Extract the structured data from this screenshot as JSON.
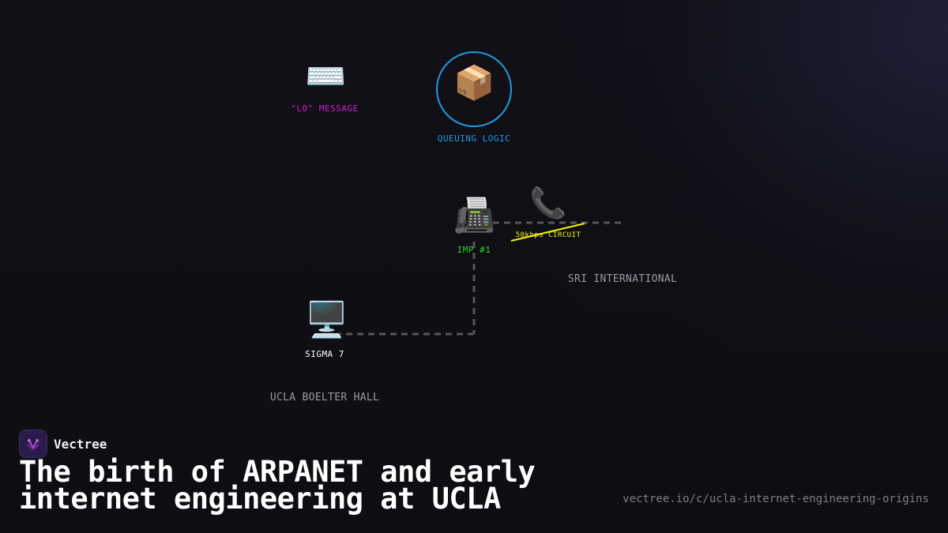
{
  "diagram": {
    "nodes": {
      "lo_message": {
        "icon": "keyboard-icon",
        "glyph": "⌨️",
        "label": "\"LO\" MESSAGE",
        "color": "#d61bd6"
      },
      "queuing_logic": {
        "icon": "package-icon",
        "glyph": "📦",
        "label": "QUEUING LOGIC",
        "color": "#1e9be0"
      },
      "imp1": {
        "icon": "fax-icon",
        "glyph": "📠",
        "label": "IMP #1",
        "color": "#2ed62e"
      },
      "phone": {
        "icon": "telephone-receiver-icon",
        "glyph": "📞"
      },
      "circuit": {
        "label": "50kbps CIRCUIT",
        "color": "#f5f50a"
      },
      "sigma7": {
        "icon": "desktop-computer-icon",
        "glyph": "🖥️",
        "label": "SIGMA 7",
        "color": "#ffffff"
      }
    },
    "zones": {
      "sri": "SRI INTERNATIONAL",
      "ucla": "UCLA BOELTER HALL"
    },
    "link_color": "#55555c"
  },
  "brand": {
    "name": "Vectree",
    "logo_icon": "vectree-logo-icon"
  },
  "headline": "The birth of ARPANET and early internet engineering at UCLA",
  "url": "vectree.io/c/ucla-internet-engineering-origins"
}
